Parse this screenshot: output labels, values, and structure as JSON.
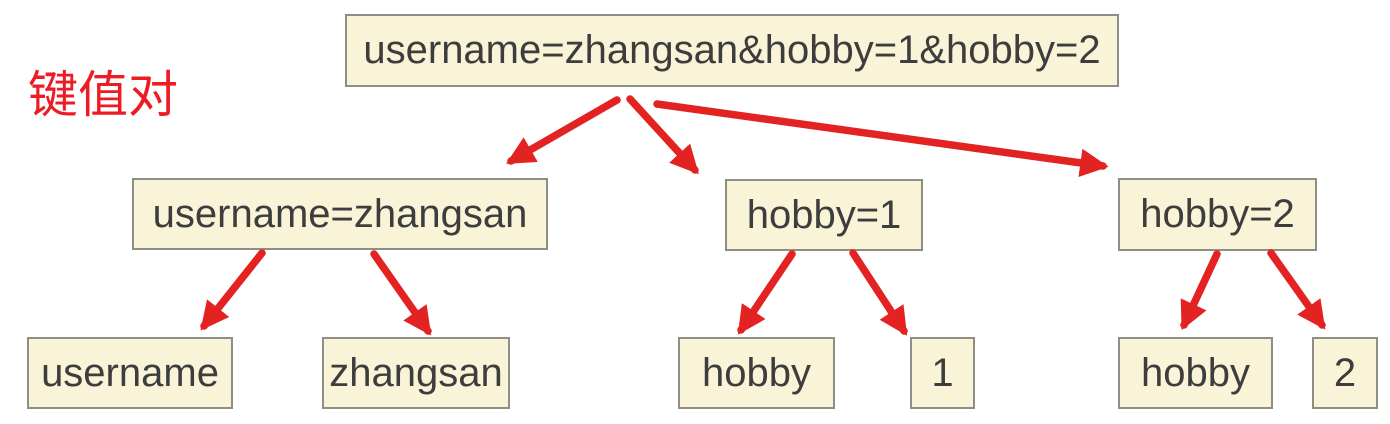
{
  "diagram": {
    "title": "键值对",
    "query": "username=zhangsan&hobby=1&hobby=2",
    "pairs": [
      {
        "pair": "username=zhangsan",
        "key": "username",
        "value": "zhangsan"
      },
      {
        "pair": "hobby=1",
        "key": "hobby",
        "value": "1"
      },
      {
        "pair": "hobby=2",
        "key": "hobby",
        "value": "2"
      }
    ],
    "colors": {
      "background": "#ffffff",
      "box_fill": "#f9f4d8",
      "box_border": "#8e8e85",
      "box_text": "#3d3d3d",
      "arrow": "#e32222",
      "title": "#ed1c24"
    }
  }
}
